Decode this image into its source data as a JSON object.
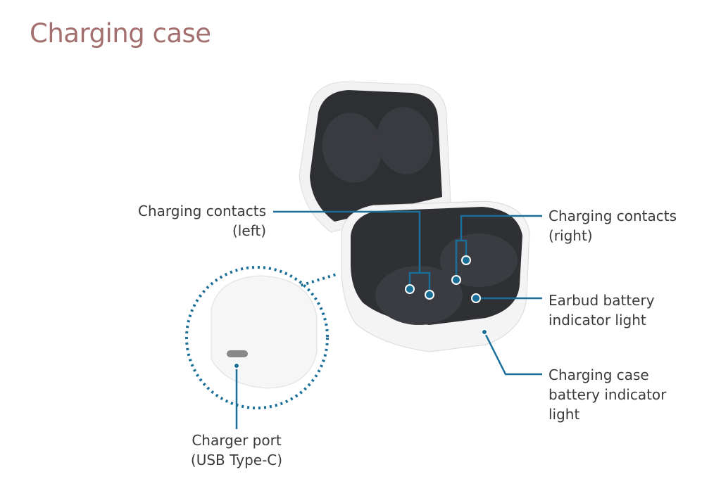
{
  "title": "Charging case",
  "labels": {
    "contacts_left": [
      "Charging contacts",
      "(left)"
    ],
    "contacts_right": [
      "Charging contacts",
      "(right)"
    ],
    "earbud_battery": [
      "Earbud battery",
      "indicator light"
    ],
    "case_battery": [
      "Charging case",
      "battery indicator",
      "light"
    ],
    "charger_port": [
      "Charger port",
      "(USB Type-C)"
    ]
  },
  "colors": {
    "title": "#a3706f",
    "callout": "#1a6f98",
    "case_body": "#f4f4f4",
    "case_inner": "#2f3034"
  }
}
